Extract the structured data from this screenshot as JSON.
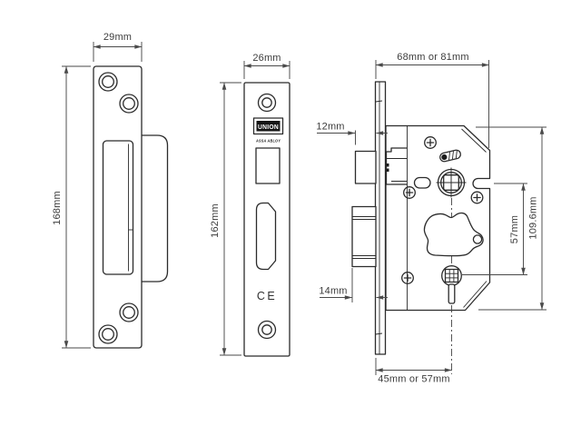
{
  "colors": {
    "line": "#2b2b2b",
    "dimension": "#4a4a4a",
    "background": "#ffffff"
  },
  "strike_plate_view": {
    "width": "29mm",
    "height": "168mm"
  },
  "faceplate_view": {
    "width": "26mm",
    "height": "162mm",
    "brand": "UNION",
    "brand_subtitle": "ASSA ABLOY",
    "certification": "CE"
  },
  "lock_body_view": {
    "depth": "68mm or 81mm",
    "latch_projection": "12mm",
    "deadbolt_projection": "14mm",
    "centres": "57mm",
    "case_height": "109.6mm",
    "backset": "45mm or 57mm"
  }
}
